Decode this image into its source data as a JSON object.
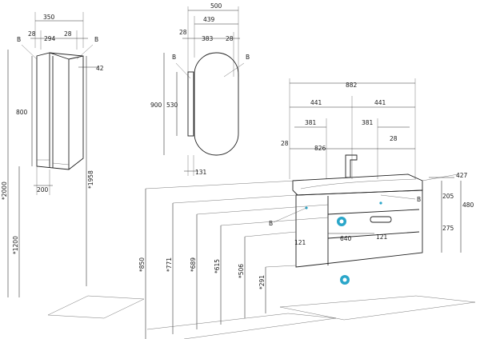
{
  "colors": {
    "line": "#333333",
    "accent": "#2aa6c9"
  },
  "cabinet": {
    "w_total": "350",
    "w_inner": "294",
    "side_l": "28",
    "side_r": "28",
    "depth": "42",
    "height": "800",
    "base": "200",
    "label_b": "B",
    "elev_total": "*2000",
    "elev_top": "*1958",
    "elev_bottom": "*1200"
  },
  "mirror": {
    "w": "500",
    "w_inner": "439",
    "w_shelf": "383",
    "side_l": "28",
    "side_r": "28",
    "h": "900",
    "h_inner": "530",
    "depth": "131",
    "label_b": "B"
  },
  "vanity": {
    "w_total": "882",
    "half_l": "441",
    "half_r": "441",
    "off_l": "381",
    "off_r": "381",
    "basin": "826",
    "side_l": "28",
    "side_r": "28",
    "depth": "427",
    "h_total": "480",
    "h_top": "205",
    "h_bottom": "275",
    "drawer_w": "640",
    "inset_l": "121",
    "inset_r": "121",
    "label_b1": "B",
    "label_b2": "B"
  },
  "floor_levels": [
    "*850",
    "*771",
    "*689",
    "*615",
    "*506",
    "*291"
  ]
}
